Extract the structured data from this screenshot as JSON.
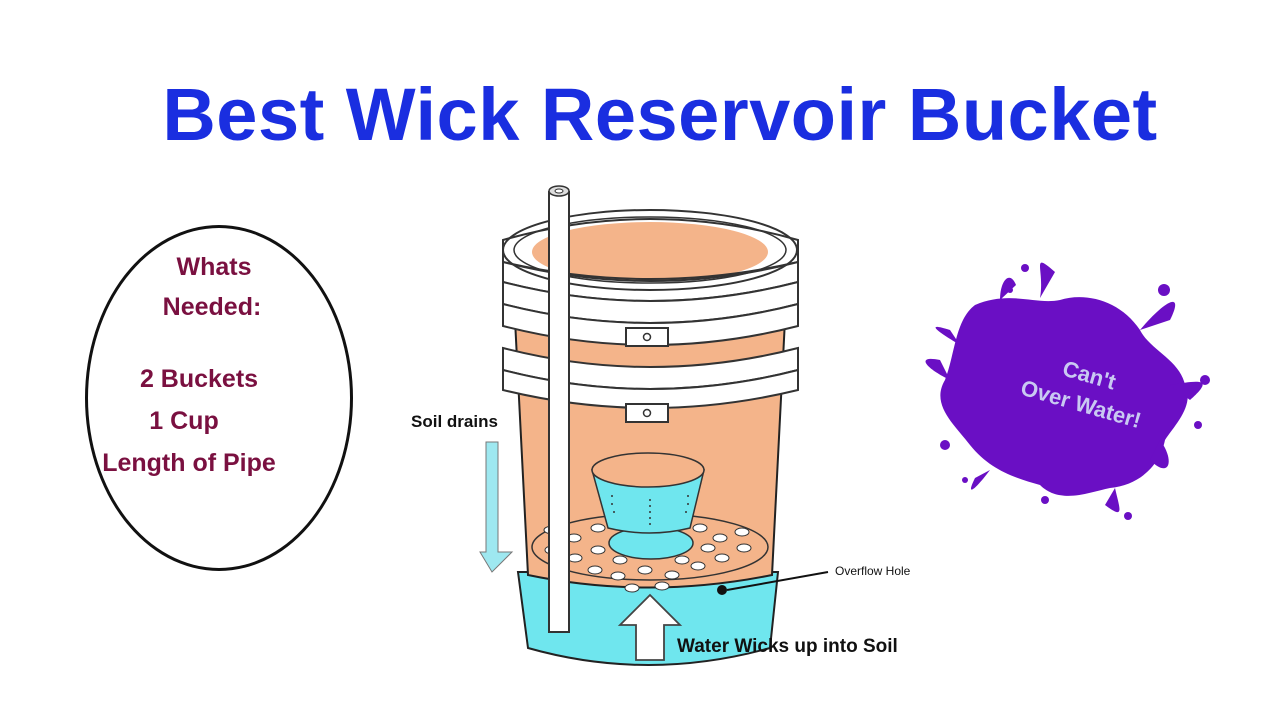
{
  "title": "Best Wick Reservoir Bucket",
  "needed": {
    "heading_line1": "Whats",
    "heading_line2": "Needed:",
    "items": [
      "2 Buckets",
      "1 Cup",
      "Length of Pipe"
    ]
  },
  "labels": {
    "soil_drains": "Soil drains",
    "overflow_hole": "Overflow Hole",
    "water_wicks": "Water Wicks up into Soil"
  },
  "splat": {
    "line1": "Can't",
    "line2": "Over Water!"
  },
  "colors": {
    "title": "#1a2ee0",
    "needed_text": "#7a1040",
    "soil": "#f4b48a",
    "water": "#6fe6ee",
    "splat": "#6a0fc4"
  }
}
